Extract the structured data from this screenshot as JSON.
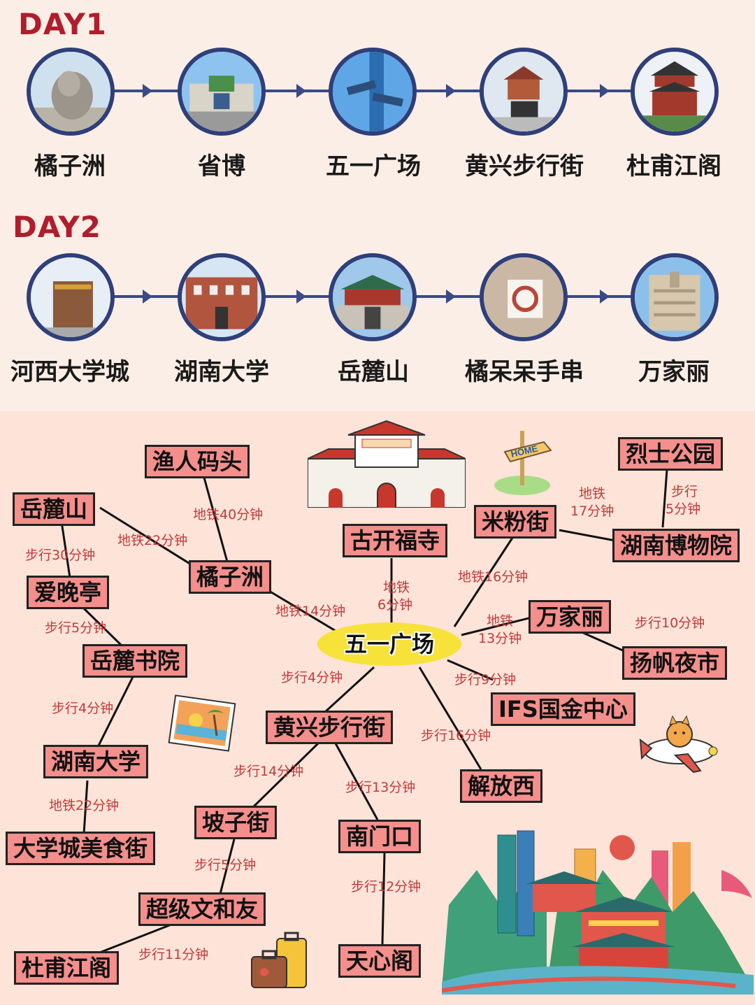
{
  "day1": {
    "title": "DAY1",
    "stops": [
      {
        "label": "橘子洲",
        "icon": "statue-photo"
      },
      {
        "label": "省博",
        "icon": "museum-photo"
      },
      {
        "label": "五一广场",
        "icon": "street-sign-photo"
      },
      {
        "label": "黄兴步行街",
        "icon": "pavilion-photo"
      },
      {
        "label": "杜甫江阁",
        "icon": "tower-photo"
      }
    ]
  },
  "day2": {
    "title": "DAY2",
    "stops": [
      {
        "label": "河西大学城",
        "icon": "campus-gate-photo"
      },
      {
        "label": "湖南大学",
        "icon": "brick-building-photo"
      },
      {
        "label": "岳麓山",
        "icon": "temple-gate-photo"
      },
      {
        "label": "橘呆呆手串",
        "icon": "bracelet-photo"
      },
      {
        "label": "万家丽",
        "icon": "mall-photo"
      }
    ]
  },
  "map": {
    "center": "五一广场",
    "nodes": {
      "yuren": "渔人码头",
      "yuelushan": "岳麓山",
      "juzizhou": "橘子洲",
      "aiwanting": "爱晚亭",
      "yuelushuyuan": "岳麓书院",
      "hunandaxue": "湖南大学",
      "meishijie": "大学城美食街",
      "gukaifusi": "古开福寺",
      "mifenjie": "米粉街",
      "lieshi": "烈士公园",
      "bowuyuan": "湖南博物院",
      "wanjiali": "万家丽",
      "yangfan": "扬帆夜市",
      "ifs": "IFS国金中心",
      "jiefangxi": "解放西",
      "huangxing": "黄兴步行街",
      "pozijie": "坡子街",
      "nanmenkou": "南门口",
      "chaoji": "超级文和友",
      "tianxinge": "天心阁",
      "dufu": "杜甫江阁"
    },
    "edges": {
      "yuren_juzi": "地铁40分钟",
      "yuelu_juzi": "地铁22分钟",
      "yuelu_aiwan": "步行30分钟",
      "juzi_center": "地铁14分钟",
      "aiwan_shuyuan": "步行5分钟",
      "shuyuan_hunan": "步行4分钟",
      "hunan_meishi": "地铁22分钟",
      "gukai_center_1": "地铁",
      "gukai_center_2": "6分钟",
      "mifen_center": "地铁16分钟",
      "mifen_lieshi_1": "地铁",
      "mifen_lieshi_2": "17分钟",
      "lieshi_bowu_1": "步行",
      "lieshi_bowu_2": "5分钟",
      "wanjiali_center_1": "地铁",
      "wanjiali_center_2": "13分钟",
      "wanjiali_yangfan": "步行10分钟",
      "center_ifs": "步行9分钟",
      "center_jiefang": "步行16分钟",
      "center_huangxing": "步行4分钟",
      "huangxing_pozi": "步行14分钟",
      "huangxing_nanmen": "步行13分钟",
      "pozi_chaoji": "步行5分钟",
      "nanmen_tianxin": "步行12分钟",
      "chaoji_dufu": "步行11分钟"
    },
    "decorations": {
      "home_sign": "HOME"
    }
  },
  "colors": {
    "day_title": "#b01d2b",
    "route": "#3b4a86",
    "node_fill": "#f48f8c",
    "center_fill": "#f7e23a",
    "edge_text": "#c23a3a",
    "top_bg": "#fbeee6",
    "bottom_bg": "#fde3d8"
  }
}
